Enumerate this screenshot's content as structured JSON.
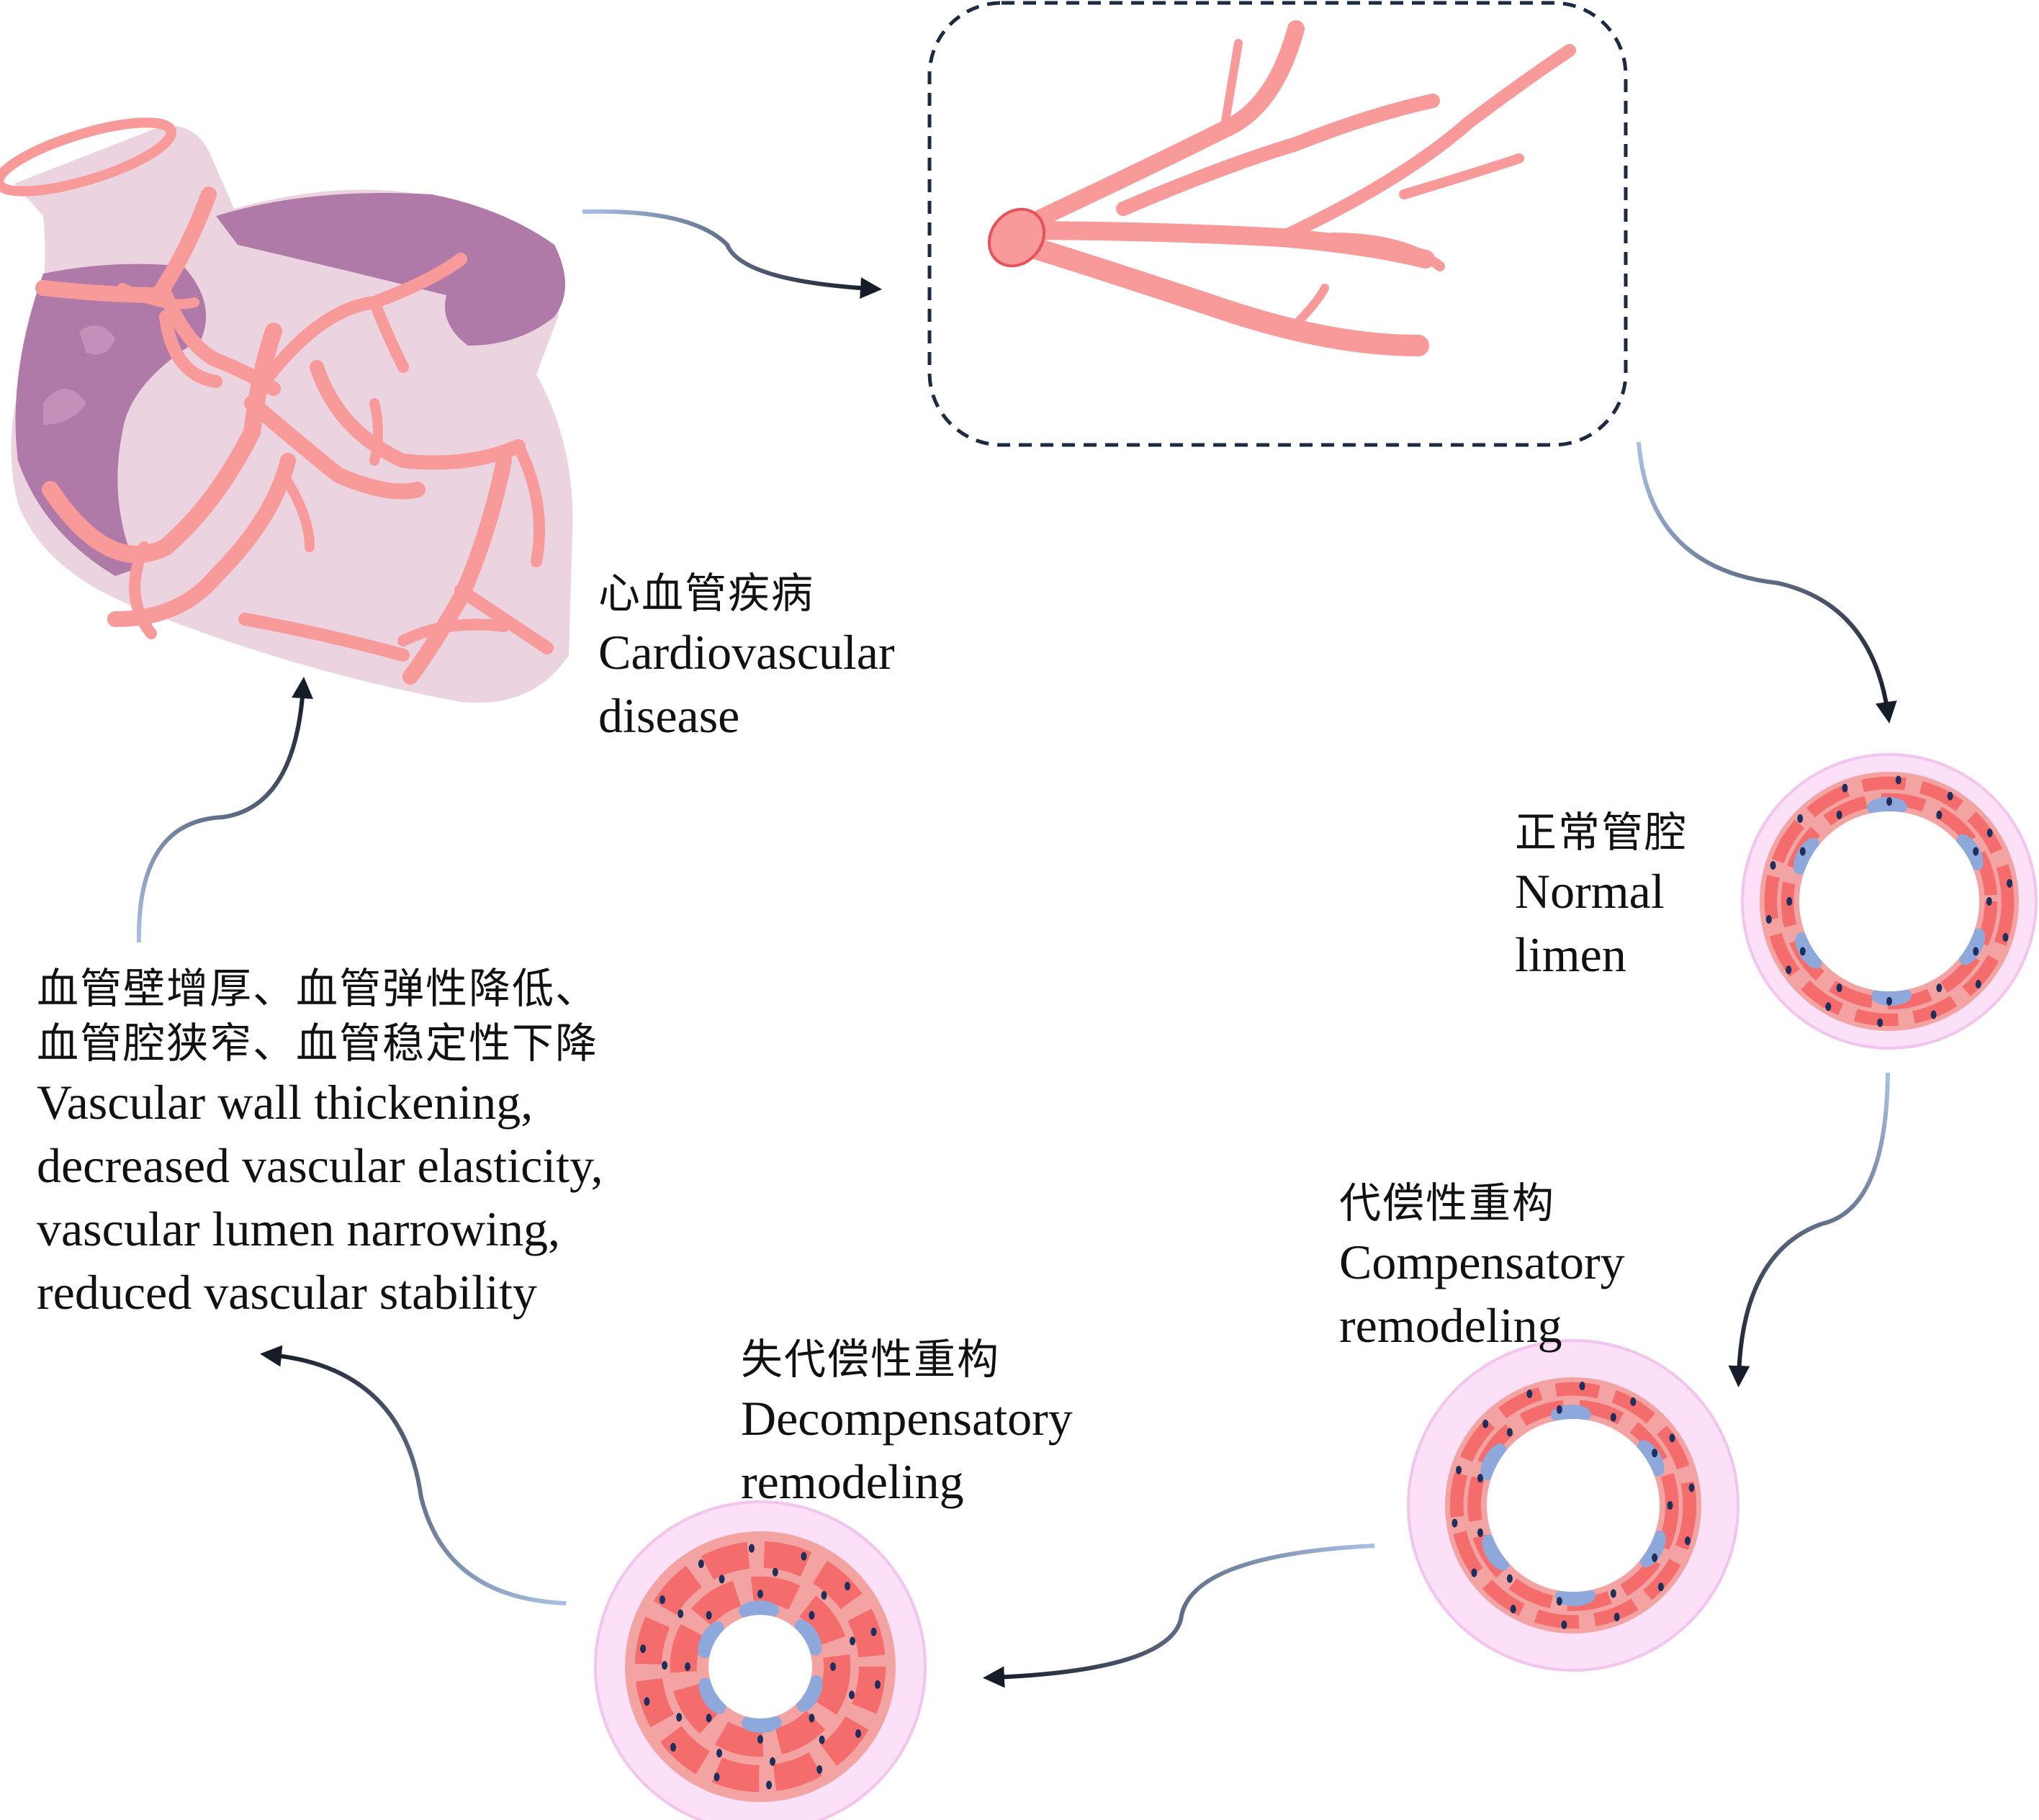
{
  "colors": {
    "vessel": "#f99a9a",
    "muscle_dark": "#f46c6c",
    "muscle_light": "#f4a3a3",
    "adventitia": "#fbe0f7",
    "adventitia_edge": "#f3c4ee",
    "plaque": "#8ea8dc",
    "nucleus": "#1d2f5c",
    "heart_pink": "#ecd3e0",
    "heart_purple": "#b07aa8",
    "arrow_start": "#a9c0e6",
    "arrow_end": "#161c28",
    "dashed_box": "#1d2a44"
  },
  "stages": {
    "cvd": {
      "zh": "心血管疾病",
      "en1": "Cardiovascular",
      "en2": "disease"
    },
    "normal": {
      "zh": "正常管腔",
      "en1": "Normal",
      "en2": "limen"
    },
    "compensatory": {
      "zh": "代偿性重构",
      "en1": "Compensatory",
      "en2": "remodeling"
    },
    "decompensatory": {
      "zh": "失代偿性重构",
      "en1": "Decompensatory",
      "en2": "remodeling"
    },
    "effects": {
      "zh1": "血管壁增厚、血管弹性降低、",
      "zh2": "血管腔狭窄、血管稳定性下降",
      "en1": "Vascular wall thickening,",
      "en2": "decreased vascular elasticity,",
      "en3": "vascular lumen narrowing,",
      "en4": "reduced vascular stability"
    }
  }
}
